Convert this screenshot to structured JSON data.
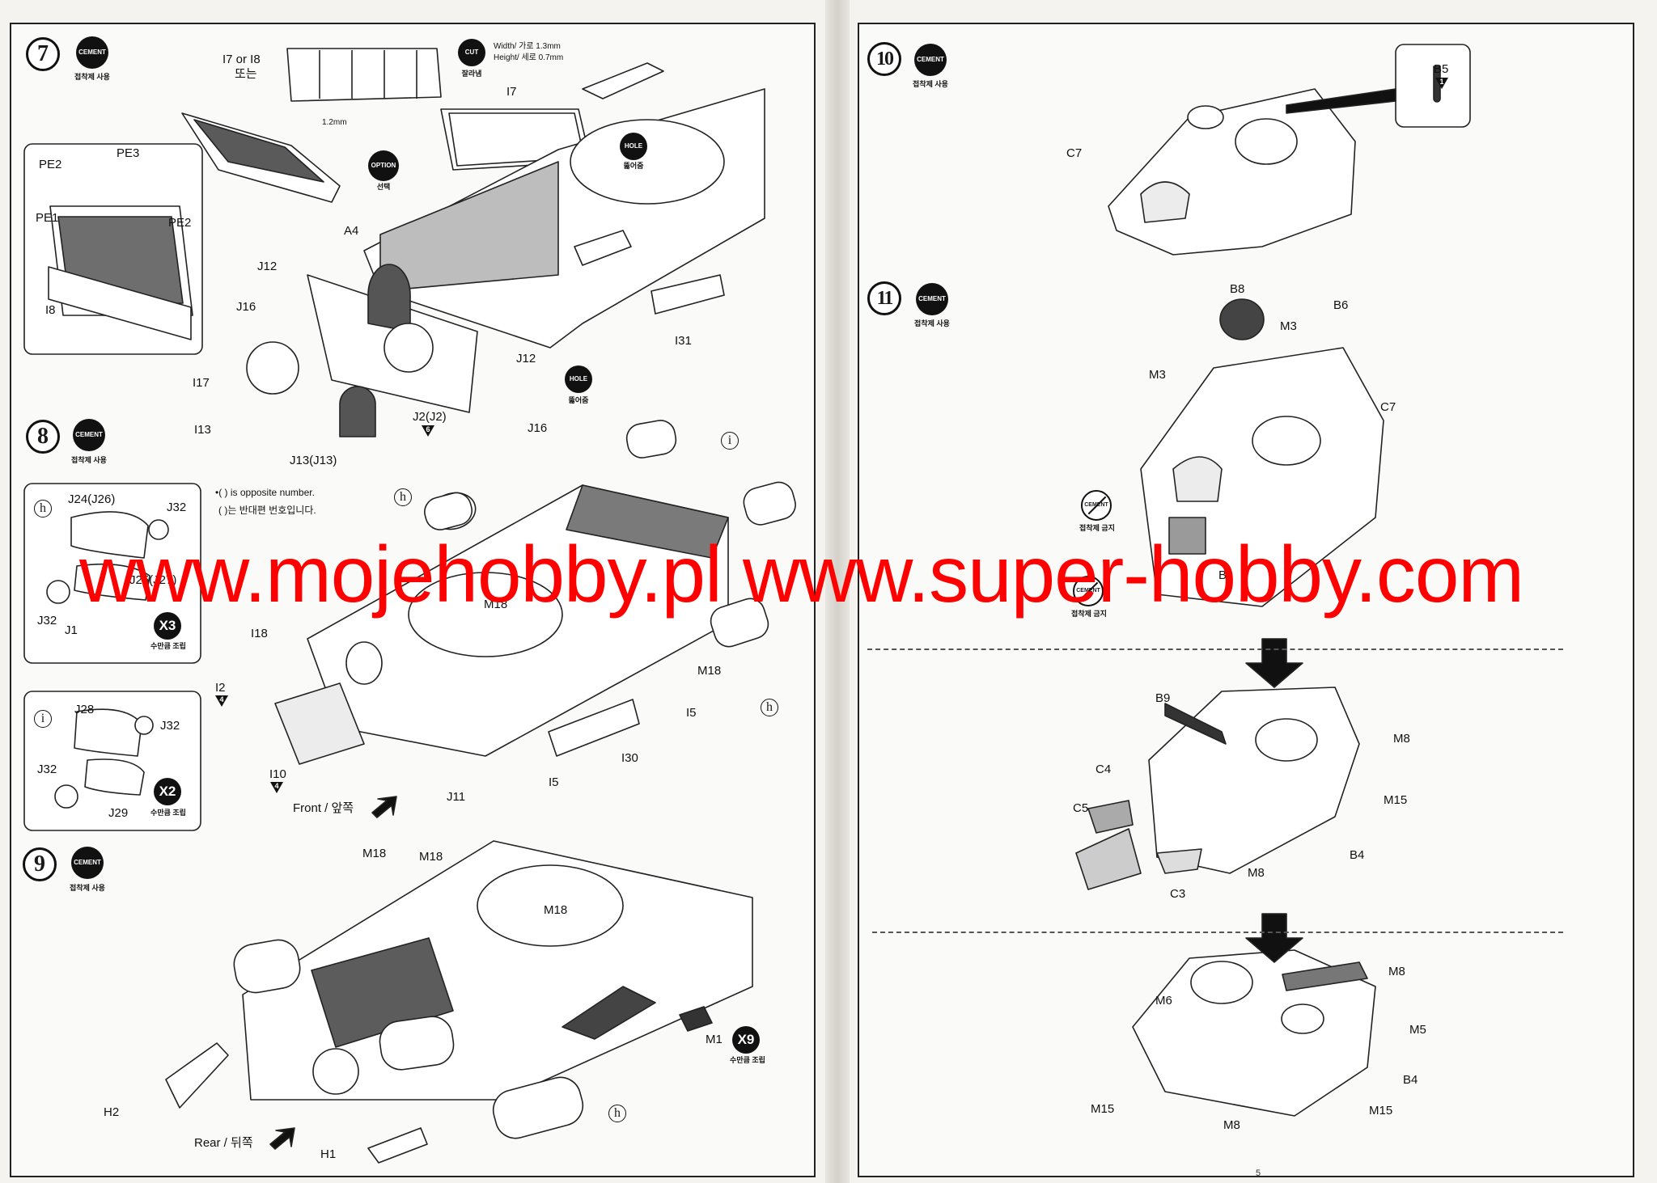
{
  "watermark": "www.mojehobby.pl www.super-hobby.com",
  "page_number": "5",
  "icons": {
    "cement": "CEMENT",
    "cement_use_ko": "접착제 사용",
    "no_cement_ko": "접착제 금지",
    "cut": "CUT",
    "cut_ko": "잘라냄",
    "hole": "HOLE",
    "hole_ko": "뚫어줌",
    "option": "OPTION",
    "option_ko": "선택",
    "make_ko": "수만큼 조립"
  },
  "steps": {
    "s7": {
      "number": "7",
      "i7_or_i8": "I7 or I8",
      "or_ko": "또는",
      "width_note": "Width/ 가로 1.3mm",
      "height_note": "Height/ 세로 0.7mm",
      "dim_1_2": "1.2mm",
      "labels": [
        "PE2",
        "PE3",
        "PE1",
        "PE2",
        "I8",
        "I7",
        "A4",
        "J12",
        "J16",
        "I17",
        "I13",
        "J12",
        "J2(J2)",
        "J13(J13)",
        "J16",
        "I31"
      ],
      "tri_j2": "6"
    },
    "s8": {
      "number": "8",
      "opposite_en": "•(     ) is opposite number.",
      "opposite_ko": "(     )는 반대편 번호입니다.",
      "sub_h": "h",
      "sub_i": "i",
      "h_labels": [
        "J24(J26)",
        "J32",
        "J25(J27)",
        "J32",
        "J1"
      ],
      "h_times": "X3",
      "i_labels": [
        "J28",
        "J32",
        "J32",
        "J29"
      ],
      "i_times": "X2",
      "labels": [
        "I18",
        "I2",
        "I10",
        "M18",
        "M18",
        "I5",
        "I30",
        "I5",
        "J11"
      ],
      "tri_i2": "4",
      "tri_i10": "4",
      "front": "Front / 앞쪽"
    },
    "s9": {
      "number": "9",
      "labels": [
        "M18",
        "M18",
        "M18",
        "M1",
        "H2",
        "H1"
      ],
      "m1_times": "X9",
      "rear": "Rear / 뒤쪽"
    },
    "s10": {
      "number": "10",
      "labels": [
        "C7",
        "B5"
      ],
      "tri_b5": "1"
    },
    "s11": {
      "number": "11",
      "labels_a": [
        "B8",
        "B6",
        "M3",
        "M3",
        "C7",
        "B"
      ],
      "labels_b": [
        "B9",
        "M8",
        "C4",
        "C5",
        "M15",
        "B4",
        "M8",
        "C3"
      ],
      "labels_c": [
        "M8",
        "M6",
        "M5",
        "B4",
        "M15",
        "M15",
        "M8"
      ]
    }
  }
}
